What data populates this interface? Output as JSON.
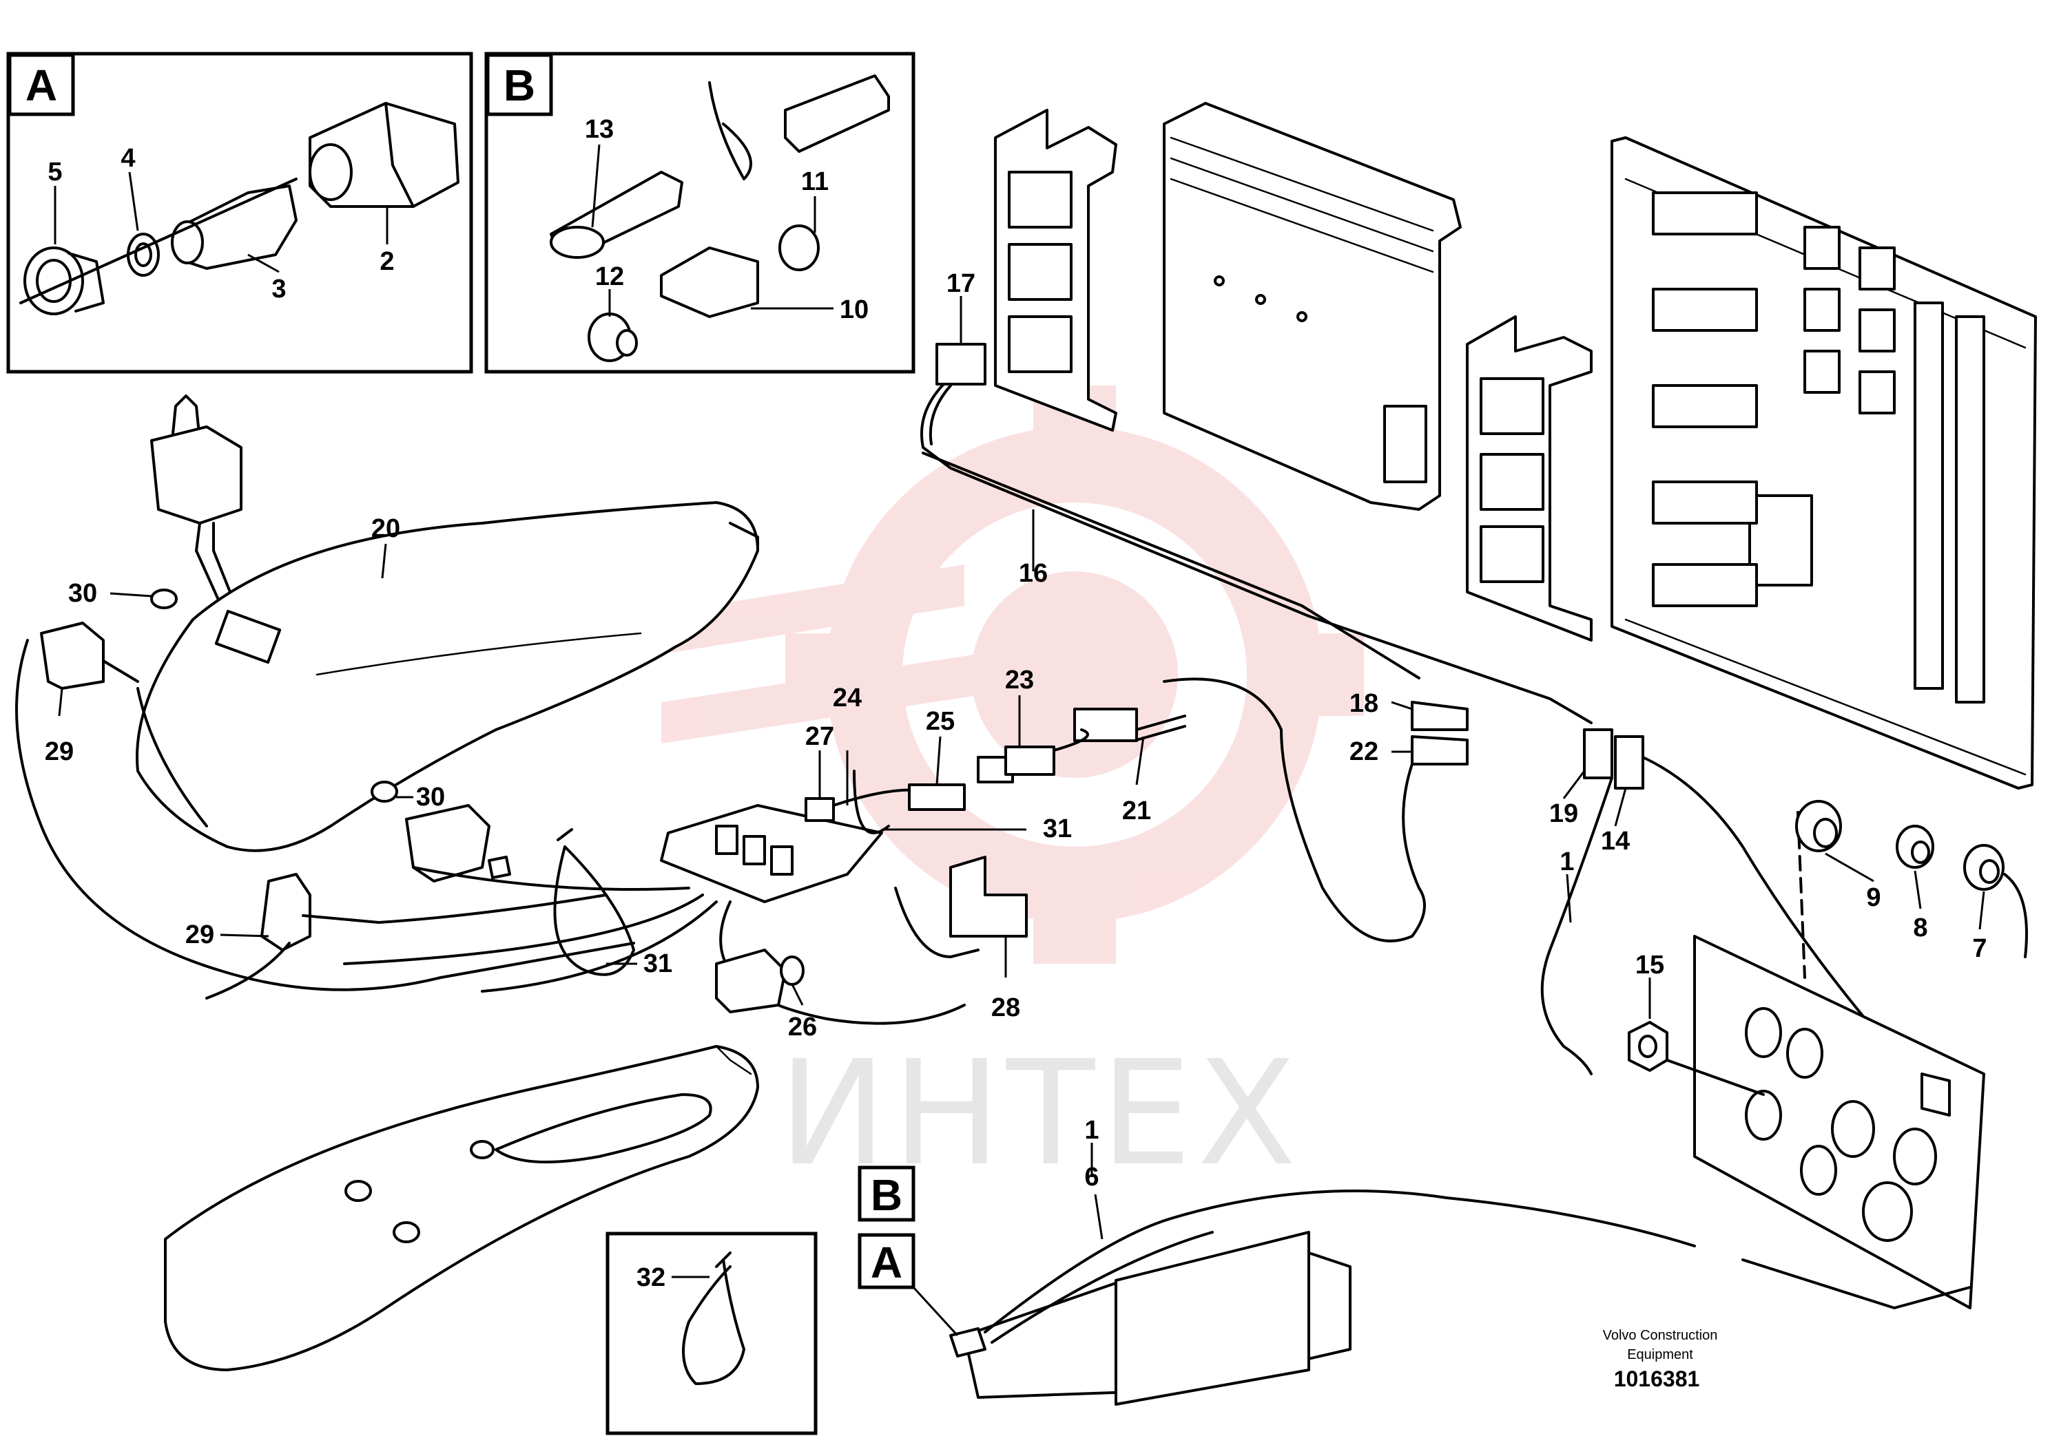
{
  "figure": {
    "inset_a": {
      "letter": "A"
    },
    "inset_b": {
      "letter": "B"
    },
    "inset_tie": {},
    "ref_boxes": [
      {
        "letter": "B"
      },
      {
        "letter": "A"
      }
    ],
    "callouts": [
      {
        "id": "c5",
        "text": "5"
      },
      {
        "id": "c4",
        "text": "4"
      },
      {
        "id": "c3",
        "text": "3"
      },
      {
        "id": "c2",
        "text": "2"
      },
      {
        "id": "c13",
        "text": "13"
      },
      {
        "id": "c11",
        "text": "11"
      },
      {
        "id": "c12",
        "text": "12"
      },
      {
        "id": "c10",
        "text": "10"
      },
      {
        "id": "c17",
        "text": "17"
      },
      {
        "id": "c16",
        "text": "16"
      },
      {
        "id": "c20",
        "text": "20"
      },
      {
        "id": "c30a",
        "text": "30"
      },
      {
        "id": "c30b",
        "text": "30"
      },
      {
        "id": "c29a",
        "text": "29"
      },
      {
        "id": "c29b",
        "text": "29"
      },
      {
        "id": "c27",
        "text": "27"
      },
      {
        "id": "c24",
        "text": "24"
      },
      {
        "id": "c25",
        "text": "25"
      },
      {
        "id": "c23",
        "text": "23"
      },
      {
        "id": "c21",
        "text": "21"
      },
      {
        "id": "c31a",
        "text": "31"
      },
      {
        "id": "c31b",
        "text": "31"
      },
      {
        "id": "c26",
        "text": "26"
      },
      {
        "id": "c28",
        "text": "28"
      },
      {
        "id": "c18",
        "text": "18"
      },
      {
        "id": "c22",
        "text": "22"
      },
      {
        "id": "c19",
        "text": "19"
      },
      {
        "id": "c14",
        "text": "14"
      },
      {
        "id": "c1a",
        "text": "1"
      },
      {
        "id": "c9",
        "text": "9"
      },
      {
        "id": "c8",
        "text": "8"
      },
      {
        "id": "c7",
        "text": "7"
      },
      {
        "id": "c15",
        "text": "15"
      },
      {
        "id": "c1b",
        "text": "1"
      },
      {
        "id": "c6",
        "text": "6"
      },
      {
        "id": "c32",
        "text": "32"
      }
    ],
    "credit": {
      "line1": "Volvo Construction",
      "line2": "Equipment",
      "doc_number": "1016381"
    },
    "watermark": {
      "text": "ИНТЕХ"
    },
    "colors": {
      "line": "#000000",
      "watermark_logo": "#f7c9c9",
      "watermark_text": "#e6e6e6",
      "background": "#ffffff"
    }
  }
}
